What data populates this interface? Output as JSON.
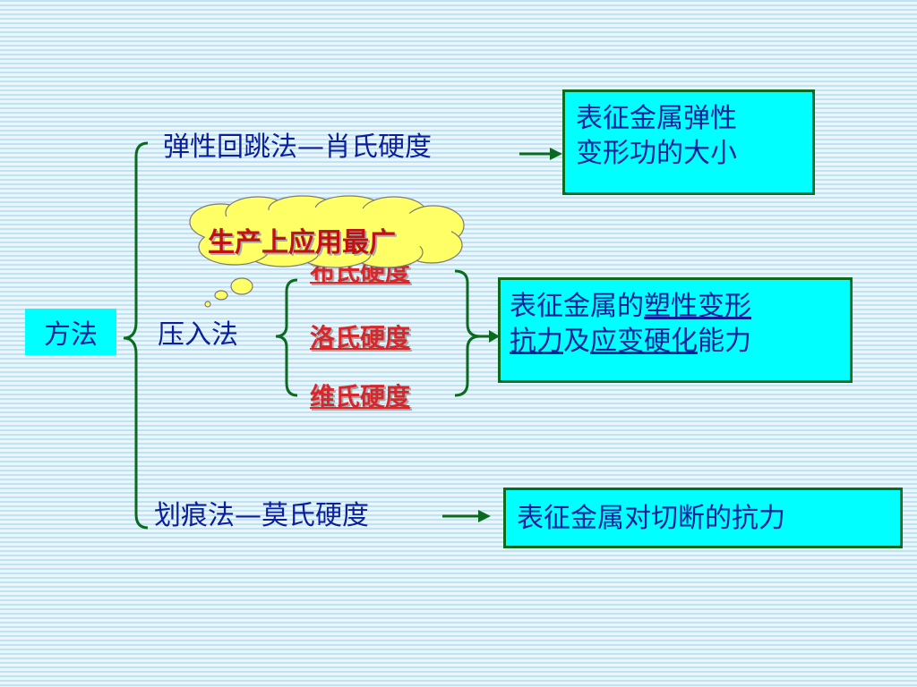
{
  "root": {
    "label": "方法"
  },
  "branches": {
    "elastic": {
      "method": "弹性回跳法",
      "dash": "—",
      "name": "肖氏硬度"
    },
    "indent": {
      "method": "压入法"
    },
    "scratch": {
      "method": "划痕法",
      "dash": "—",
      "name": "莫氏硬度"
    }
  },
  "indent_items": [
    "布氏硬度",
    "洛氏硬度",
    "维氏硬度"
  ],
  "callout": {
    "text": "生产上应用最广"
  },
  "descriptions": {
    "elastic": {
      "line1": "表征金属弹性",
      "line2": "变形功的大小"
    },
    "indent": {
      "l1_plain": "表征金属的",
      "l1_u1": "塑性",
      "l1_u2": "变形",
      "l2_u1": "抗力",
      "l2_plain": "及",
      "l2_u2": "应变硬化",
      "l2_end": "能力"
    },
    "scratch": {
      "text": "表征金属对切断的抗力"
    }
  },
  "colors": {
    "text": "#0a1f9c",
    "highlight": "#d8262b",
    "box_fill": "#00ffff",
    "line": "#0a6b1e",
    "cloud": "#ffff66"
  }
}
